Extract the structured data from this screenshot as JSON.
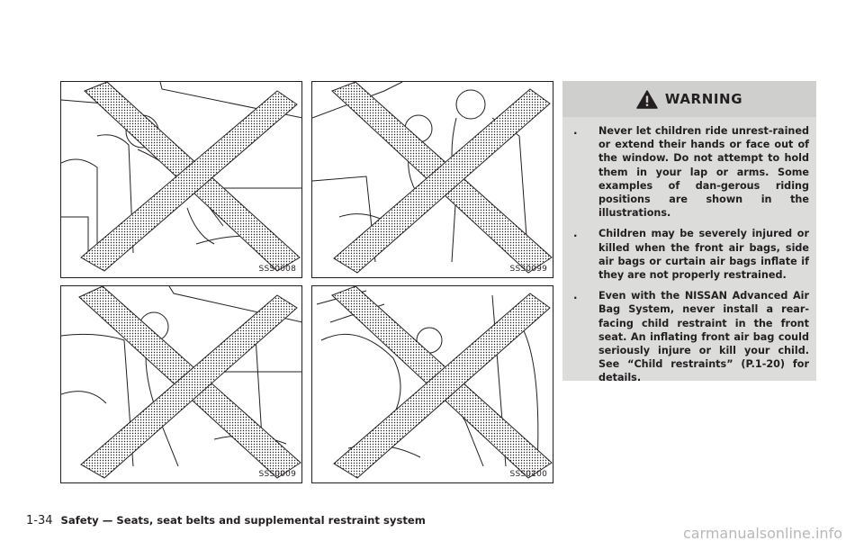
{
  "figures": [
    {
      "code": "SSS0008",
      "caption": "Child leaning on door with hands and face near window",
      "icon": "prohibited-x"
    },
    {
      "code": "SSS0099",
      "caption": "Child standing between front seats next to adult",
      "icon": "prohibited-x"
    },
    {
      "code": "SSS0009",
      "caption": "Child standing on front passenger seat",
      "icon": "prohibited-x"
    },
    {
      "code": "SSS0100",
      "caption": "Rear-facing child restraint in front seat with deploying air bag",
      "icon": "prohibited-x"
    }
  ],
  "warning": {
    "title": "WARNING",
    "icon": "warning-triangle-icon",
    "items": [
      "Never let children ride unrest-rained or extend their hands or face out of the window. Do not attempt to hold them in your lap or arms. Some examples of dan-gerous riding positions are shown in the illustrations.",
      "Children may be severely injured or killed when the front air bags, side air bags or curtain air bags inflate if they are not properly restrained.",
      "Even with the NISSAN Advanced Air Bag System, never install a rear-facing child restraint in the front seat. An inflating front air bag could seriously injure or kill your child. See “Child restraints” (P.1-20) for details."
    ],
    "bullet": "."
  },
  "footer": {
    "page_number": "1-34",
    "section": "Safety — Seats, seat belts and supplemental restraint system"
  },
  "watermark": "carmanualsonline.info",
  "colors": {
    "ink": "#231f20",
    "warning_bg": "#dcdcdb",
    "warning_head_bg": "#cfcfce"
  }
}
